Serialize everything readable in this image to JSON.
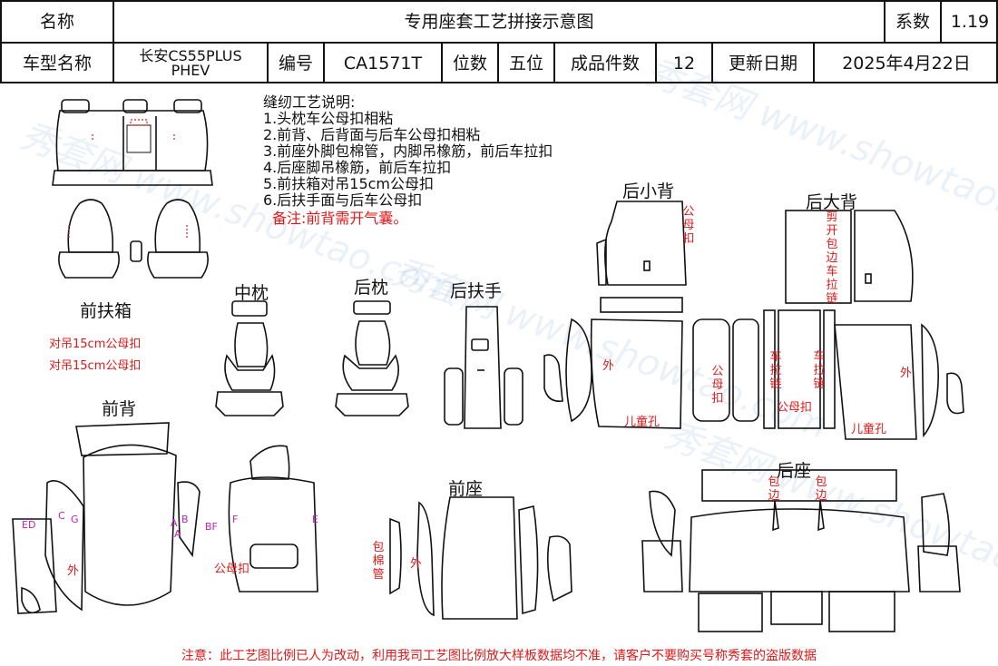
{
  "header": {
    "name_label": "名称",
    "title": "专用座套工艺拼接示意图",
    "coef_label": "系数",
    "coef_value": "1.19",
    "model_label": "车型名称",
    "model_value": "长安CS55PLUS PHEV",
    "code_label": "编号",
    "code_value": "CA1571T",
    "seats_label": "位数",
    "seats_value": "五位",
    "pieces_label": "成品件数",
    "pieces_value": "12",
    "date_label": "更新日期",
    "date_value": "2025年4月22日"
  },
  "instructions": {
    "heading": "缝纫工艺说明:",
    "items": [
      "1.头枕车公母扣相粘",
      "2.前背、后背面与后车公母扣相粘",
      "3.前座外脚包棉管，内脚吊橡筋，前后车拉扣",
      "4.后座脚吊橡筋，前后车拉扣",
      "5.前扶箱对吊15cm公母扣",
      "6.后扶手面与后车公母扣"
    ],
    "remark": "备注:前背需开气囊。"
  },
  "sections": {
    "front_armbox": "前扶箱",
    "middle_pillow": "中枕",
    "rear_pillow": "后枕",
    "rear_armrest": "后扶手",
    "rear_small_back": "后小背",
    "rear_big_back": "后大背",
    "front_back": "前背",
    "front_seat": "前座",
    "rear_seat": "后座"
  },
  "annotations": {
    "armbox_1": "对吊15cm公母扣",
    "armbox_2": "对吊15cm公母扣",
    "small_back_snap": "公母扣",
    "big_back_zip": "剪开包边车拉链",
    "outer_1": "外",
    "child_hole_1": "儿童孔",
    "snap_2": "公母扣",
    "zip_left": "车拉链",
    "zip_right": "车拉链",
    "snap_3": "公母扣",
    "outer_2": "外",
    "child_hole_2": "儿童孔",
    "front_back_outer": "外",
    "front_back_snap": "公母扣",
    "front_seat_tube": "包棉管",
    "front_seat_outer": "外",
    "rear_seat_edge_1": "包边",
    "rear_seat_edge_2": "包边",
    "mark_ed": "ED",
    "mark_c": "C",
    "mark_g": "G",
    "mark_a1": "A",
    "mark_a2": "A",
    "mark_b": "B",
    "mark_bf": "BF",
    "mark_f": "F",
    "mark_e": "E"
  },
  "watermark": "秀套网 www.showtao.com",
  "footer": "注意：此工艺图比例已人为改动，利用我司工艺图比例放大样板数据均不准，请客户不要购买号称秀套的盗版数据"
}
